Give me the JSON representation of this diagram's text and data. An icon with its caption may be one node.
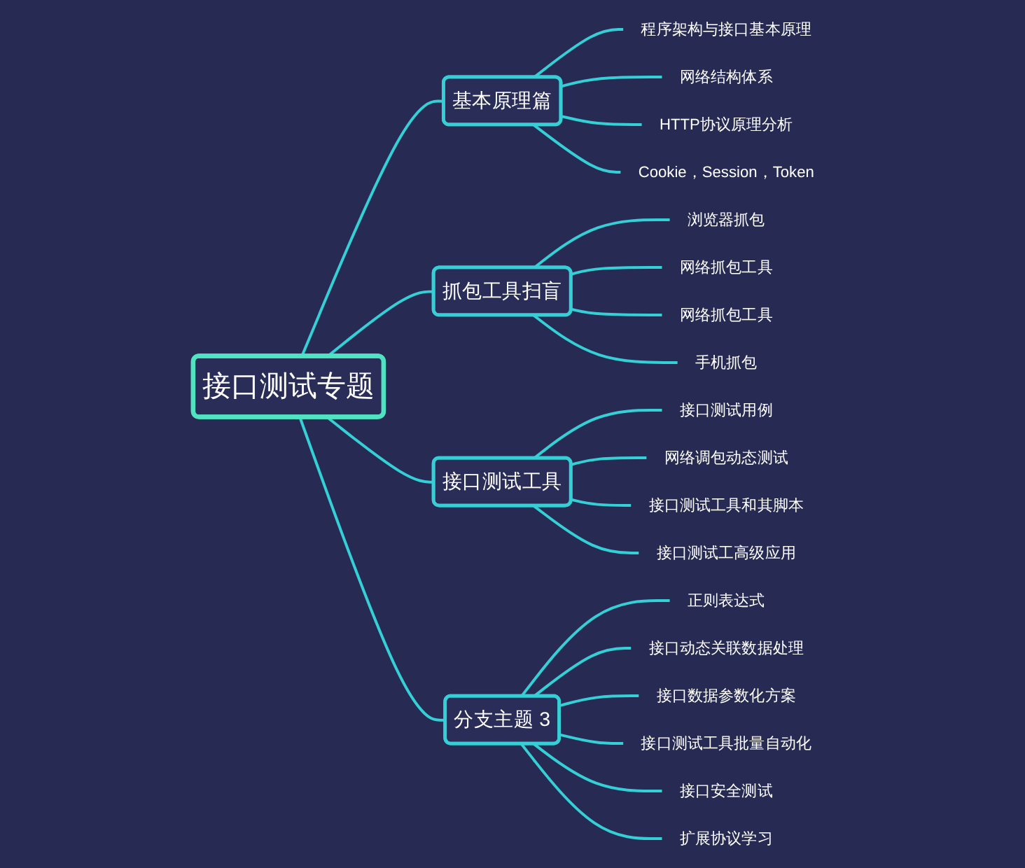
{
  "diagram": {
    "nodes": [
      {
        "text": [
          "接口测试专题"
        ]
      },
      {
        "text": [
          "基本原理篇"
        ]
      },
      {
        "text": [
          "程序架构与接口基本原理"
        ]
      },
      {
        "text": [
          "网络结构体系"
        ]
      },
      {
        "text": [
          "HTTP协议原理分析"
        ]
      },
      {
        "text": [
          "Cookie，Session，Token"
        ]
      },
      {
        "text": [
          "抓包工具扫盲"
        ]
      },
      {
        "text": [
          "浏览器抓包"
        ]
      },
      {
        "text": [
          "网络抓包工具"
        ]
      },
      {
        "text": [
          "网络抓包工具"
        ]
      },
      {
        "text": [
          "手机抓包"
        ]
      },
      {
        "text": [
          "接口测试工具"
        ]
      },
      {
        "text": [
          "接口测试用例"
        ]
      },
      {
        "text": [
          "网络调包动态测试"
        ]
      },
      {
        "text": [
          "接口测试工具和其脚本"
        ]
      },
      {
        "text": [
          "接口测试工高级应用"
        ]
      },
      {
        "text": [
          "分支主题 3"
        ]
      },
      {
        "text": [
          "正则表达式"
        ]
      },
      {
        "text": [
          "接口动态关联数据处理"
        ]
      },
      {
        "text": [
          "接口数据参数化方案"
        ]
      },
      {
        "text": [
          "接口测试工具批量自动化"
        ]
      },
      {
        "text": [
          "接口安全测试"
        ]
      },
      {
        "text": [
          "扩展协议学习"
        ]
      }
    ],
    "edges": [
      {
        "from": 0,
        "to": 1,
        "arrow": "none"
      },
      {
        "from": 1,
        "to": 2,
        "arrow": "none"
      },
      {
        "from": 1,
        "to": 3,
        "arrow": "none"
      },
      {
        "from": 1,
        "to": 4,
        "arrow": "none"
      },
      {
        "from": 1,
        "to": 5,
        "arrow": "none"
      },
      {
        "from": 0,
        "to": 6,
        "arrow": "none"
      },
      {
        "from": 6,
        "to": 7,
        "arrow": "none"
      },
      {
        "from": 6,
        "to": 8,
        "arrow": "none"
      },
      {
        "from": 6,
        "to": 9,
        "arrow": "none"
      },
      {
        "from": 6,
        "to": 10,
        "arrow": "none"
      },
      {
        "from": 0,
        "to": 11,
        "arrow": "none"
      },
      {
        "from": 11,
        "to": 12,
        "arrow": "none"
      },
      {
        "from": 11,
        "to": 13,
        "arrow": "none"
      },
      {
        "from": 11,
        "to": 14,
        "arrow": "none"
      },
      {
        "from": 11,
        "to": 15,
        "arrow": "none"
      },
      {
        "from": 0,
        "to": 16,
        "arrow": "none"
      },
      {
        "from": 16,
        "to": 17,
        "arrow": "none"
      },
      {
        "from": 16,
        "to": 18,
        "arrow": "none"
      },
      {
        "from": 16,
        "to": 19,
        "arrow": "none"
      },
      {
        "from": 16,
        "to": 20,
        "arrow": "none"
      },
      {
        "from": 16,
        "to": 21,
        "arrow": "none"
      },
      {
        "from": 16,
        "to": 22,
        "arrow": "none"
      }
    ]
  }
}
